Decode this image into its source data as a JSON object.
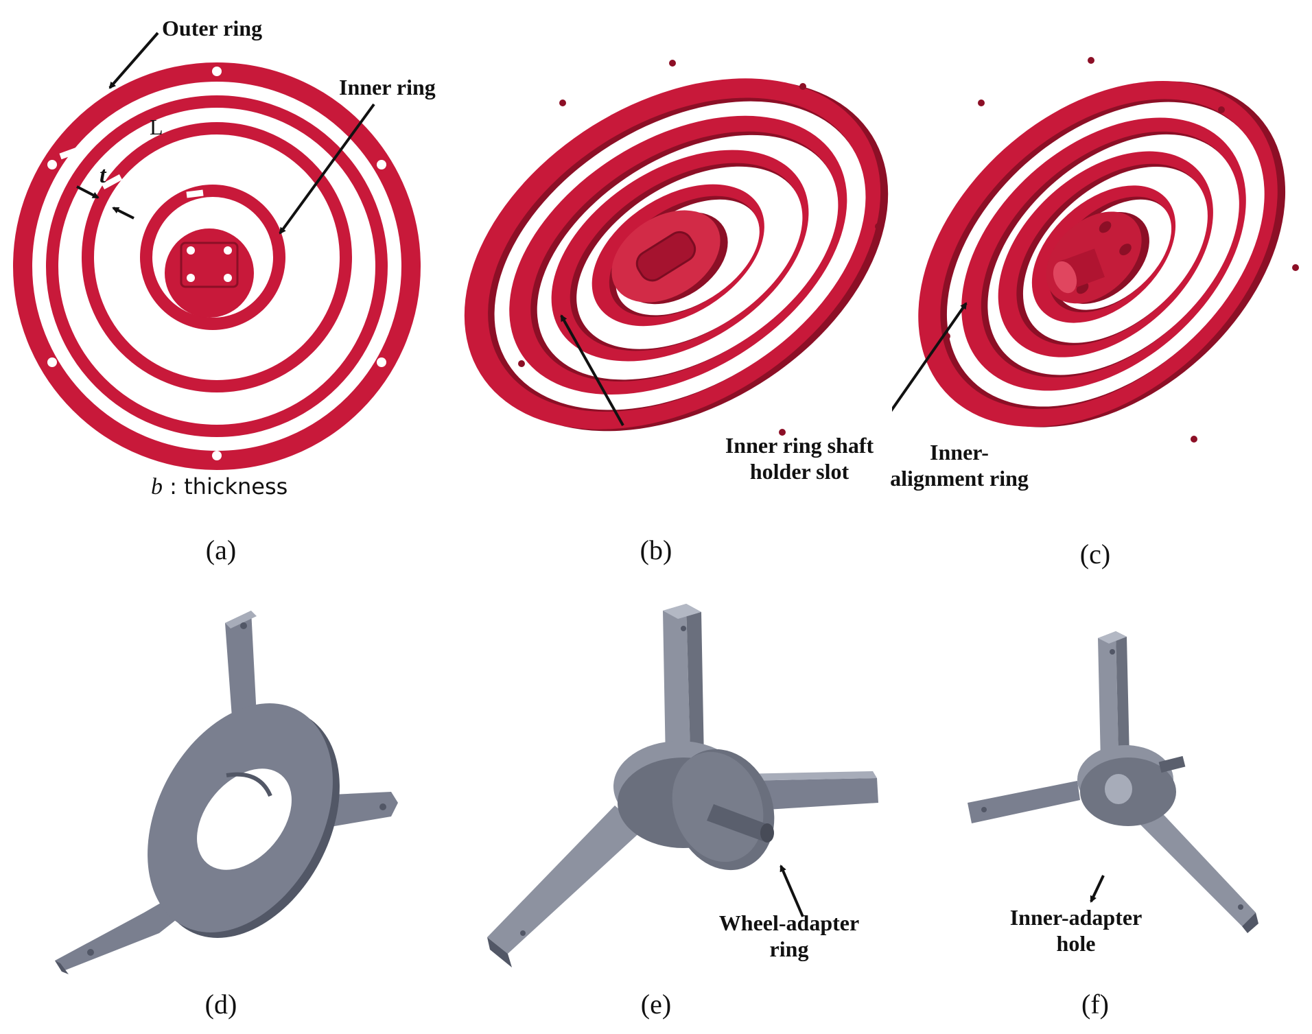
{
  "colors": {
    "ring_red": "#c8193a",
    "ring_red_dark": "#8c0f26",
    "ring_red_light": "#e0465f",
    "part_gray": "#7a7f8f",
    "part_gray_dark": "#525766",
    "part_gray_light": "#a7acb9"
  },
  "panels": {
    "a": {
      "caption": "(a)",
      "labels": {
        "outer_ring": "Outer ring",
        "inner_ring": "Inner ring",
        "length": "L",
        "t": "t",
        "thickness_var": "b",
        "thickness_text": " : thickness"
      }
    },
    "b": {
      "caption": "(b)",
      "labels": {
        "slot_line1": "Inner ring shaft",
        "slot_line2": "holder slot"
      }
    },
    "c": {
      "caption": "(c)",
      "labels": {
        "align_line1": "Inner-",
        "align_line2": "alignment ring"
      }
    },
    "d": {
      "caption": "(d)"
    },
    "e": {
      "caption": "(e)",
      "labels": {
        "line1": "Wheel-adapter",
        "line2": "ring"
      }
    },
    "f": {
      "caption": "(f)",
      "labels": {
        "line1": "Inner-adapter",
        "line2": "hole"
      }
    }
  }
}
